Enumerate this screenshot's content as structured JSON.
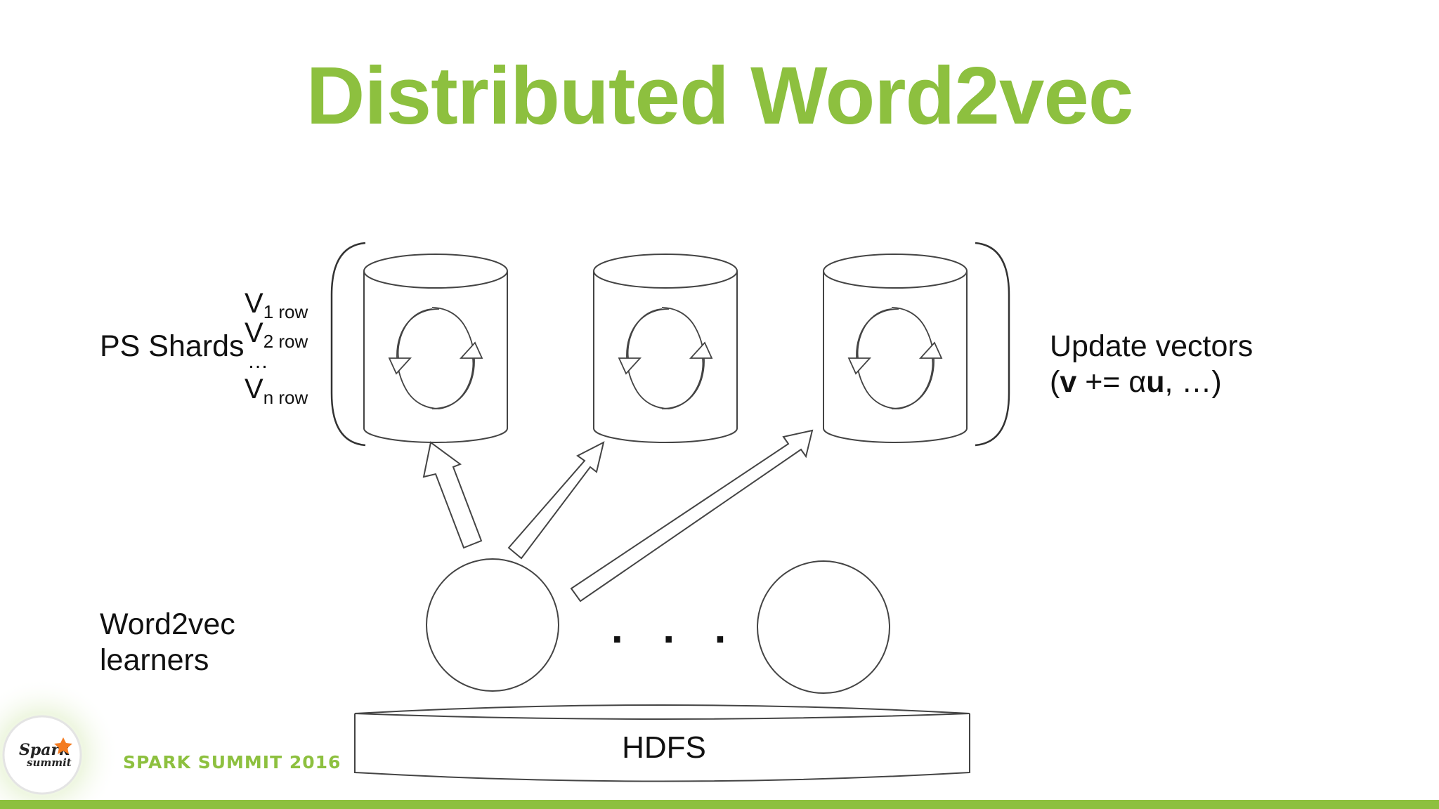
{
  "title": "Distributed Word2vec",
  "labels": {
    "ps_shards": "PS Shards",
    "update_vectors_line1": "Update vectors",
    "update_vectors_bold_v": "v",
    "update_vectors_op": " += α",
    "update_vectors_bold_u": "u",
    "update_vectors_rest": ", …)",
    "update_vectors_open": "(",
    "learners_line1": "Word2vec",
    "learners_line2": "learners",
    "hdfs": "HDFS",
    "ellipsis": ". . ."
  },
  "vector_rows": [
    {
      "symbol": "V",
      "sub": "1 row"
    },
    {
      "symbol": "V",
      "sub": "2 row"
    },
    {
      "symbol": "…",
      "sub": ""
    },
    {
      "symbol": "V",
      "sub": "n row"
    }
  ],
  "footer": {
    "logo_word1": "Spark",
    "logo_word2": "summit",
    "event": "SPARK SUMMIT 2016"
  },
  "colors": {
    "accent_green": "#8dc03f",
    "stroke": "#444444"
  }
}
